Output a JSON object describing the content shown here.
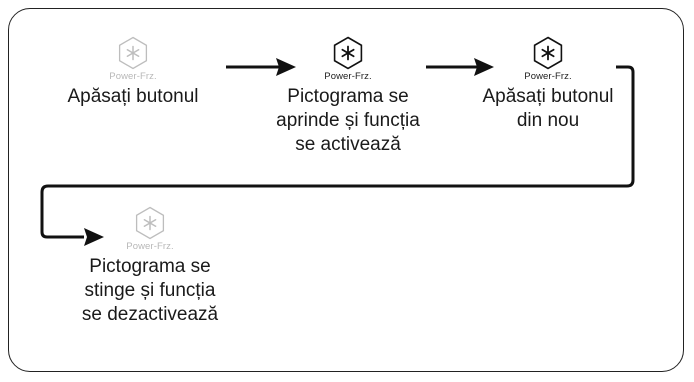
{
  "colors": {
    "frame": "#222222",
    "arrow": "#111111",
    "icon_active": "#111111",
    "icon_inactive": "#bdbdbd",
    "text": "#1a1a1a"
  },
  "steps": [
    {
      "icon": "snowflake-asterisk-icon",
      "state": "inactive",
      "icon_label": "Power-Frz.",
      "lines": [
        "Apăsați butonul"
      ]
    },
    {
      "icon": "snowflake-asterisk-icon",
      "state": "active",
      "icon_label": "Power-Frz.",
      "lines": [
        "Pictograma se",
        "aprinde și funcția",
        "se activează"
      ]
    },
    {
      "icon": "snowflake-asterisk-icon",
      "state": "active",
      "icon_label": "Power-Frz.",
      "lines": [
        "Apăsați butonul",
        "din nou"
      ]
    },
    {
      "icon": "snowflake-asterisk-icon",
      "state": "inactive",
      "icon_label": "Power-Frz.",
      "lines": [
        "Pictograma se",
        "stinge și funcția",
        "se dezactivează"
      ]
    }
  ]
}
